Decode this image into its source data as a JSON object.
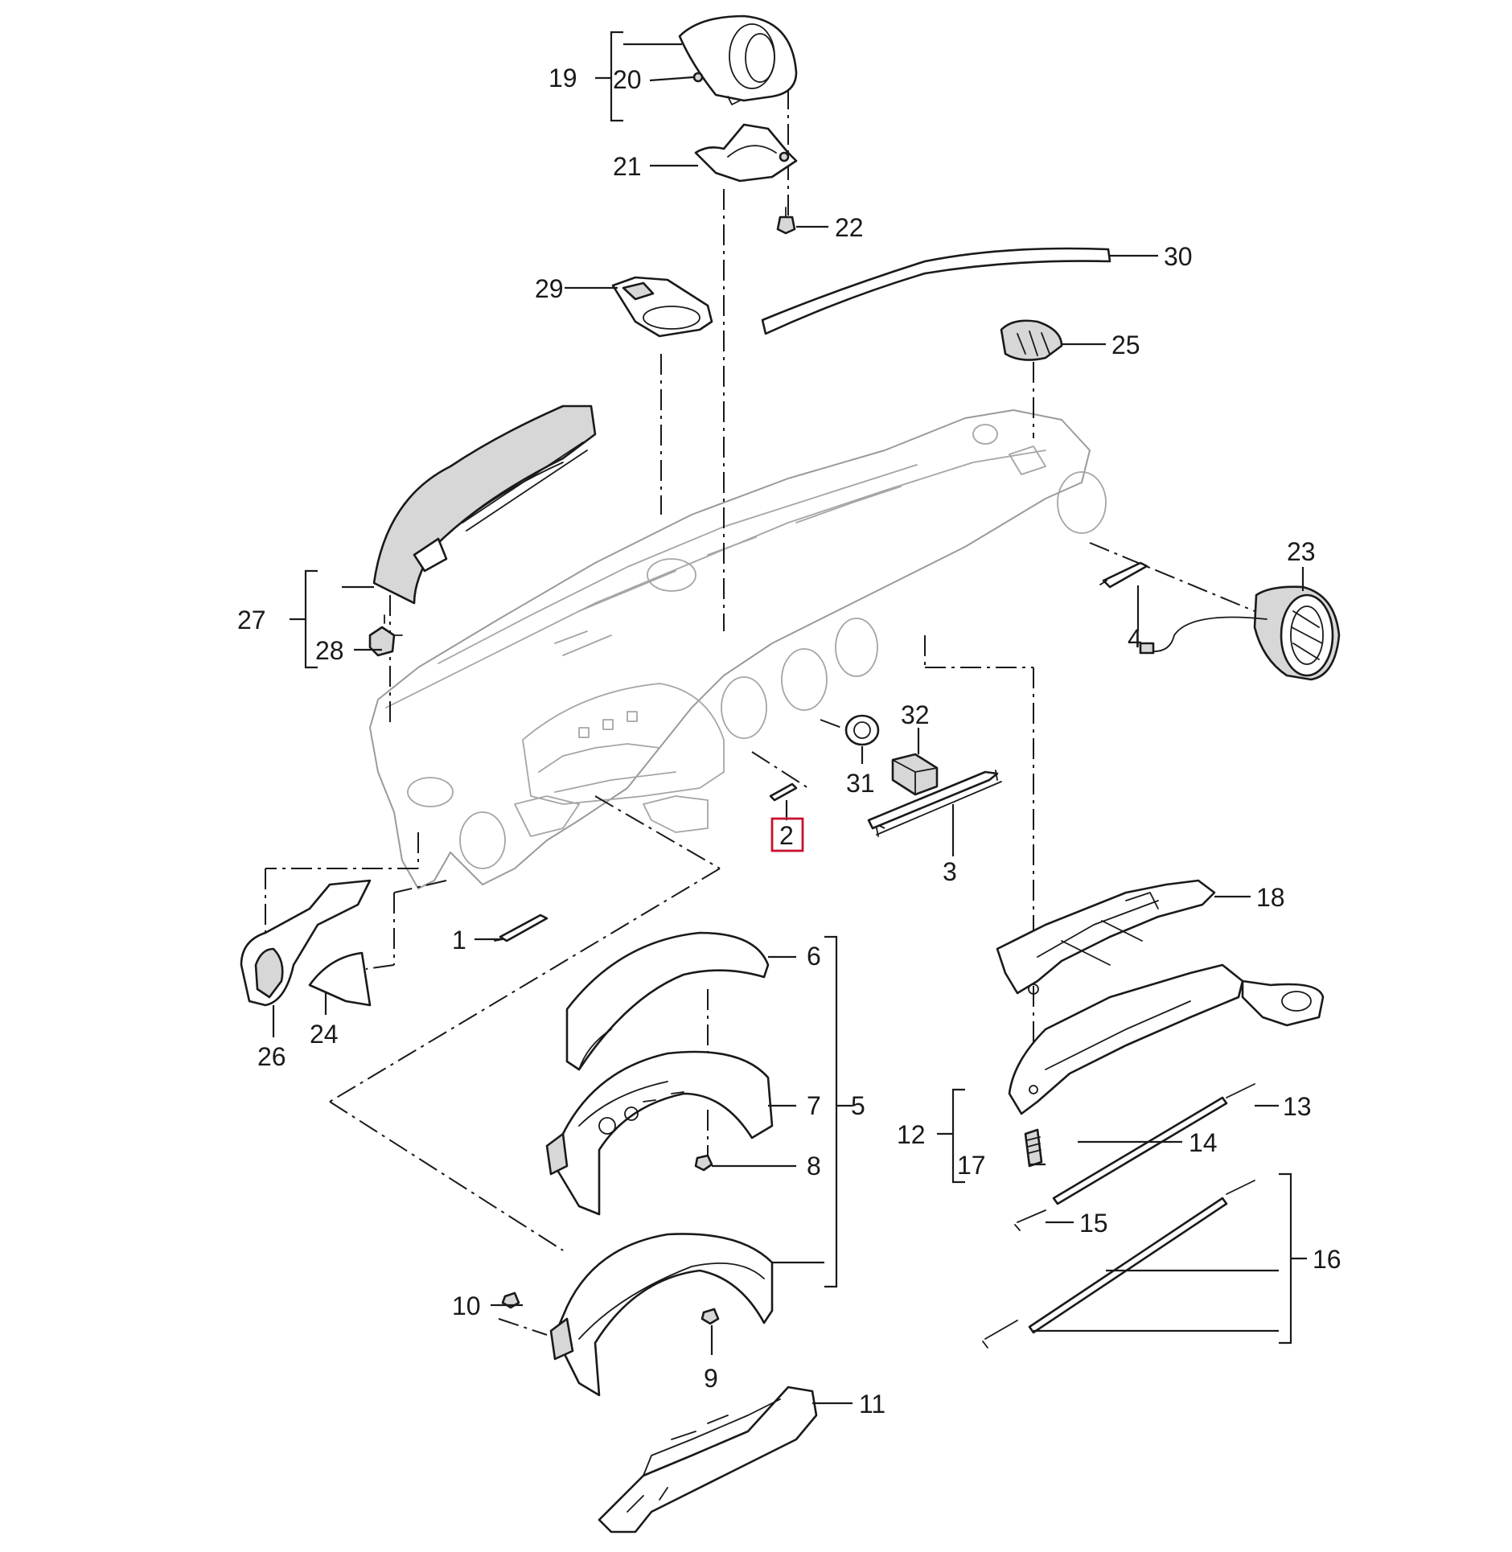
{
  "diagram": {
    "callouts": [
      "1",
      "2",
      "3",
      "4",
      "5",
      "6",
      "7",
      "8",
      "9",
      "10",
      "11",
      "12",
      "13",
      "14",
      "15",
      "16",
      "17",
      "18",
      "19",
      "20",
      "21",
      "22",
      "23",
      "24",
      "25",
      "26",
      "27",
      "28",
      "29",
      "30",
      "31",
      "32"
    ],
    "highlighted": "2",
    "colors": {
      "ink": "#1a1a1a",
      "highlight": "#c8102e",
      "dashboard": "#a5a5a5"
    }
  }
}
